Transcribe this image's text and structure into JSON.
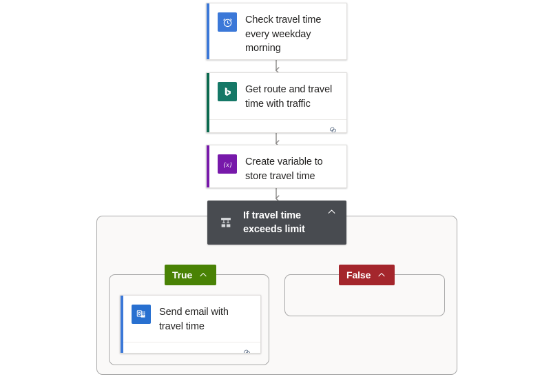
{
  "canvas": {
    "background_color": "#ffffff",
    "scope_background_color": "#faf9f8",
    "scope_border_color": "#a8a8a8",
    "connector_color": "#8a8886"
  },
  "nodes": [
    {
      "id": "trigger-recurrence",
      "kind": "trigger",
      "title": "Check travel time every weekday morning",
      "icon_name": "alarm-clock-icon",
      "icon_bg": "#3b78d8",
      "accent_color": "#3b78d8",
      "has_footer": false
    },
    {
      "id": "action-bing-maps",
      "kind": "action",
      "title": "Get route and travel time with traffic",
      "icon_name": "bing-maps-icon",
      "icon_bg": "#157867",
      "accent_color": "#0b6a4f",
      "has_footer": true,
      "footer_icon_name": "link-icon"
    },
    {
      "id": "action-init-variable",
      "kind": "action",
      "title": "Create variable to store travel time",
      "icon_name": "variable-braces-icon",
      "icon_bg": "#7719aa",
      "accent_color": "#7719aa",
      "has_footer": false
    },
    {
      "id": "action-send-email",
      "kind": "action",
      "title": "Send email with travel time",
      "icon_name": "outlook-mail-icon",
      "icon_bg": "#2870d0",
      "accent_color": "#3b78d8",
      "has_footer": true,
      "footer_icon_name": "link-icon"
    }
  ],
  "condition": {
    "id": "condition-if-exceeds-limit",
    "title": "If travel time exceeds limit",
    "icon_name": "condition-branch-icon",
    "background_color": "#484b50",
    "collapse_icon_name": "chevron-up-icon",
    "branches": [
      {
        "id": "branch-true",
        "label": "True",
        "color": "#498205",
        "collapse_icon_name": "chevron-up-icon",
        "empty": false
      },
      {
        "id": "branch-false",
        "label": "False",
        "color": "#a4262c",
        "collapse_icon_name": "chevron-up-icon",
        "empty": true
      }
    ]
  }
}
